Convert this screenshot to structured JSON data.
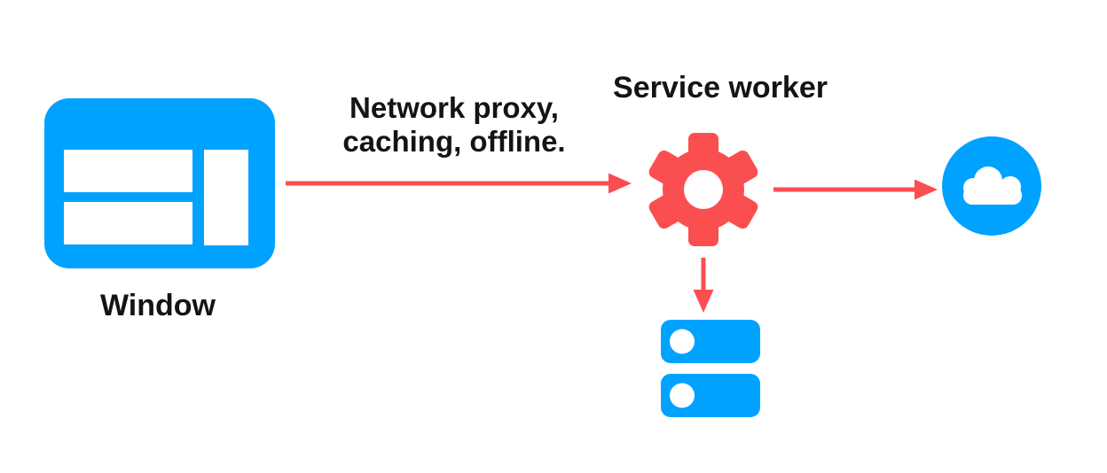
{
  "colors": {
    "accent_blue": "#00a2ff",
    "accent_red": "#fb4e51",
    "text_color": "#141414",
    "bg_color": "#ffffff"
  },
  "nodes": {
    "window": {
      "label": "Window",
      "icon": "browser-window-icon"
    },
    "service_worker": {
      "label": "Service worker",
      "icon": "gear-icon"
    },
    "network": {
      "icon": "cloud-icon"
    },
    "cache_storage": {
      "icon": "storage-disks-icon"
    }
  },
  "edges": {
    "window_to_service_worker": {
      "from": "window",
      "to": "service_worker",
      "direction": "right",
      "label_line1": "Network proxy,",
      "label_line2": "caching, offline."
    },
    "service_worker_to_network": {
      "from": "service_worker",
      "to": "network",
      "direction": "right"
    },
    "service_worker_to_cache_storage": {
      "from": "service_worker",
      "to": "cache_storage",
      "direction": "down"
    }
  }
}
